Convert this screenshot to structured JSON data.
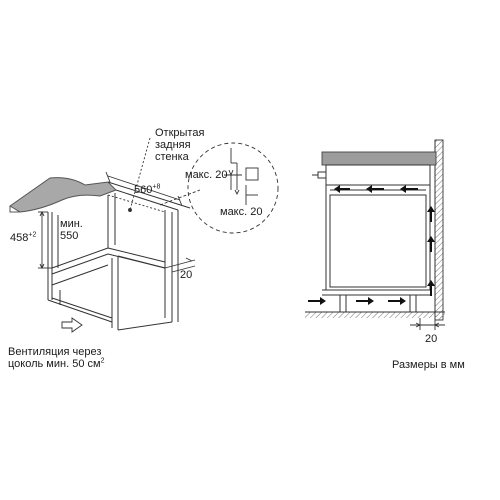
{
  "labels": {
    "open_back_wall": [
      "Открытая",
      "задняя",
      "стенка"
    ],
    "niche_width": "560",
    "niche_width_tol": "+8",
    "niche_height": "458",
    "niche_height_tol": "+2",
    "niche_depth": [
      "мин.",
      "550"
    ],
    "side_gap": "20",
    "detail_max_top": "макс. 20",
    "detail_max_side": "макс. 20",
    "ventilation": [
      "Вентиляция через",
      "цоколь мин. 50 см"
    ],
    "ventilation_sup": "2",
    "wall_gap": "20",
    "units_note": "Размеры в мм"
  },
  "colors": {
    "line": "#333333",
    "countertop": "#9a9a9a",
    "wall_hatch": "#555555",
    "arrow": "#111111"
  }
}
